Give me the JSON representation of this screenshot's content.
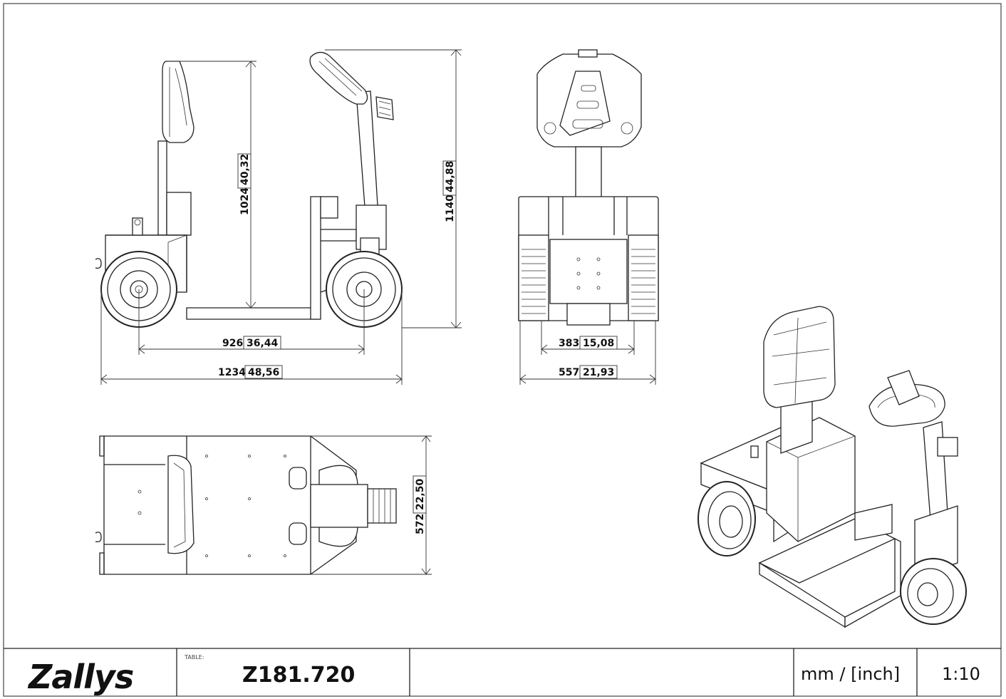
{
  "title_block": {
    "brand": "Zallys",
    "table_label": "TABLE:",
    "code": "Z181.720",
    "units": "mm / [inch]",
    "scale": "1:10"
  },
  "dimensions": {
    "side_height_seat": {
      "mm": "1024",
      "inch": "40,32"
    },
    "side_height_total": {
      "mm": "1140",
      "inch": "44,88"
    },
    "side_wheelbase": {
      "mm": "926",
      "inch": "36,44"
    },
    "side_length": {
      "mm": "1234",
      "inch": "48,56"
    },
    "front_track": {
      "mm": "383",
      "inch": "15,08"
    },
    "front_width": {
      "mm": "557",
      "inch": "21,93"
    },
    "top_width": {
      "mm": "572",
      "inch": "22,50"
    }
  }
}
